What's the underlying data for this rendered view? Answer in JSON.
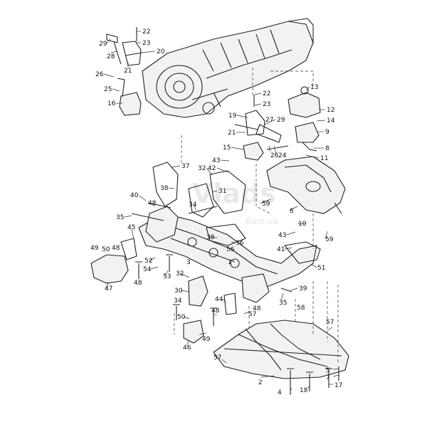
{
  "watermark": {
    "brand": "Vlads",
    "sub": "Bam.ua"
  },
  "callouts": [
    {
      "n": "22"
    },
    {
      "n": "23"
    },
    {
      "n": "29"
    },
    {
      "n": "28"
    },
    {
      "n": "20"
    },
    {
      "n": "21"
    },
    {
      "n": "26"
    },
    {
      "n": "25"
    },
    {
      "n": "16"
    },
    {
      "n": "22"
    },
    {
      "n": "23"
    },
    {
      "n": "13"
    },
    {
      "n": "12"
    },
    {
      "n": "14"
    },
    {
      "n": "9"
    },
    {
      "n": "19"
    },
    {
      "n": "27"
    },
    {
      "n": "29"
    },
    {
      "n": "21"
    },
    {
      "n": "15"
    },
    {
      "n": "26"
    },
    {
      "n": "24"
    },
    {
      "n": "8"
    },
    {
      "n": "11"
    },
    {
      "n": "43"
    },
    {
      "n": "42"
    },
    {
      "n": "37"
    },
    {
      "n": "32"
    },
    {
      "n": "38"
    },
    {
      "n": "31"
    },
    {
      "n": "40"
    },
    {
      "n": "48"
    },
    {
      "n": "34"
    },
    {
      "n": "35"
    },
    {
      "n": "59"
    },
    {
      "n": "6"
    },
    {
      "n": "10"
    },
    {
      "n": "45"
    },
    {
      "n": "43"
    },
    {
      "n": "59"
    },
    {
      "n": "38"
    },
    {
      "n": "36"
    },
    {
      "n": "49"
    },
    {
      "n": "50"
    },
    {
      "n": "48"
    },
    {
      "n": "56"
    },
    {
      "n": "41"
    },
    {
      "n": "52"
    },
    {
      "n": "54"
    },
    {
      "n": "53"
    },
    {
      "n": "3"
    },
    {
      "n": "1"
    },
    {
      "n": "51"
    },
    {
      "n": "47"
    },
    {
      "n": "48"
    },
    {
      "n": "32"
    },
    {
      "n": "30"
    },
    {
      "n": "34"
    },
    {
      "n": "44"
    },
    {
      "n": "39"
    },
    {
      "n": "35"
    },
    {
      "n": "48"
    },
    {
      "n": "57"
    },
    {
      "n": "58"
    },
    {
      "n": "50"
    },
    {
      "n": "48"
    },
    {
      "n": "49"
    },
    {
      "n": "57"
    },
    {
      "n": "46"
    },
    {
      "n": "57"
    },
    {
      "n": "5"
    },
    {
      "n": "7"
    },
    {
      "n": "2"
    },
    {
      "n": "4"
    },
    {
      "n": "18"
    },
    {
      "n": "17"
    }
  ]
}
